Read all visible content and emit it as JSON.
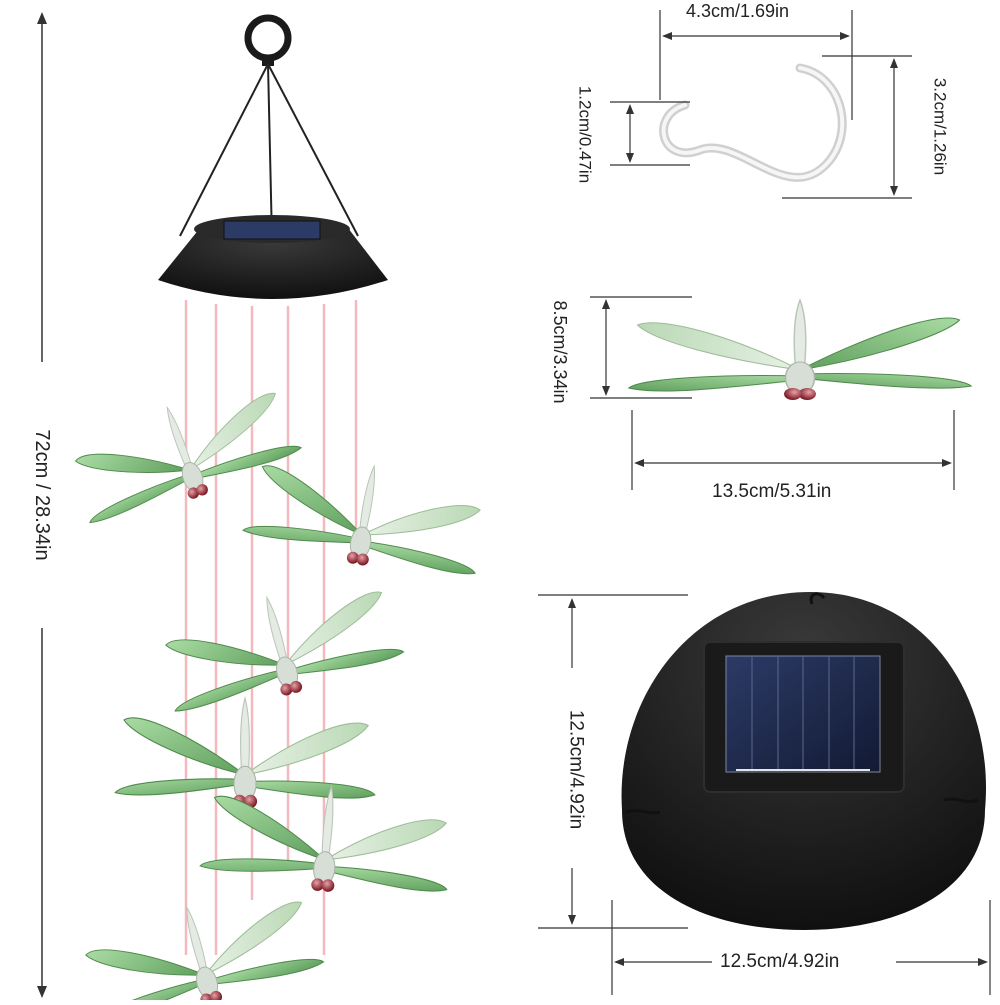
{
  "dimensions": {
    "total_length": "72cm / 28.34in",
    "hook_width": "4.3cm/1.69in",
    "hook_gap": "1.2cm/0.47in",
    "hook_height": "3.2cm/1.26in",
    "dragonfly_height": "8.5cm/3.34in",
    "dragonfly_width": "13.5cm/5.31in",
    "solar_lid_height": "12.5cm/4.92in",
    "solar_lid_width": "12.5cm/4.92in"
  },
  "colors": {
    "wing_green": "#8fc98a",
    "wing_green_dark": "#5e9e5c",
    "body_clear": "#dfe6df",
    "eye_red": "#9b2a35",
    "lid_black": "#151515",
    "solar_panel": "#1c2540",
    "led_pink": "#f3b9bd",
    "hook_silver": "#d9d9d9"
  }
}
